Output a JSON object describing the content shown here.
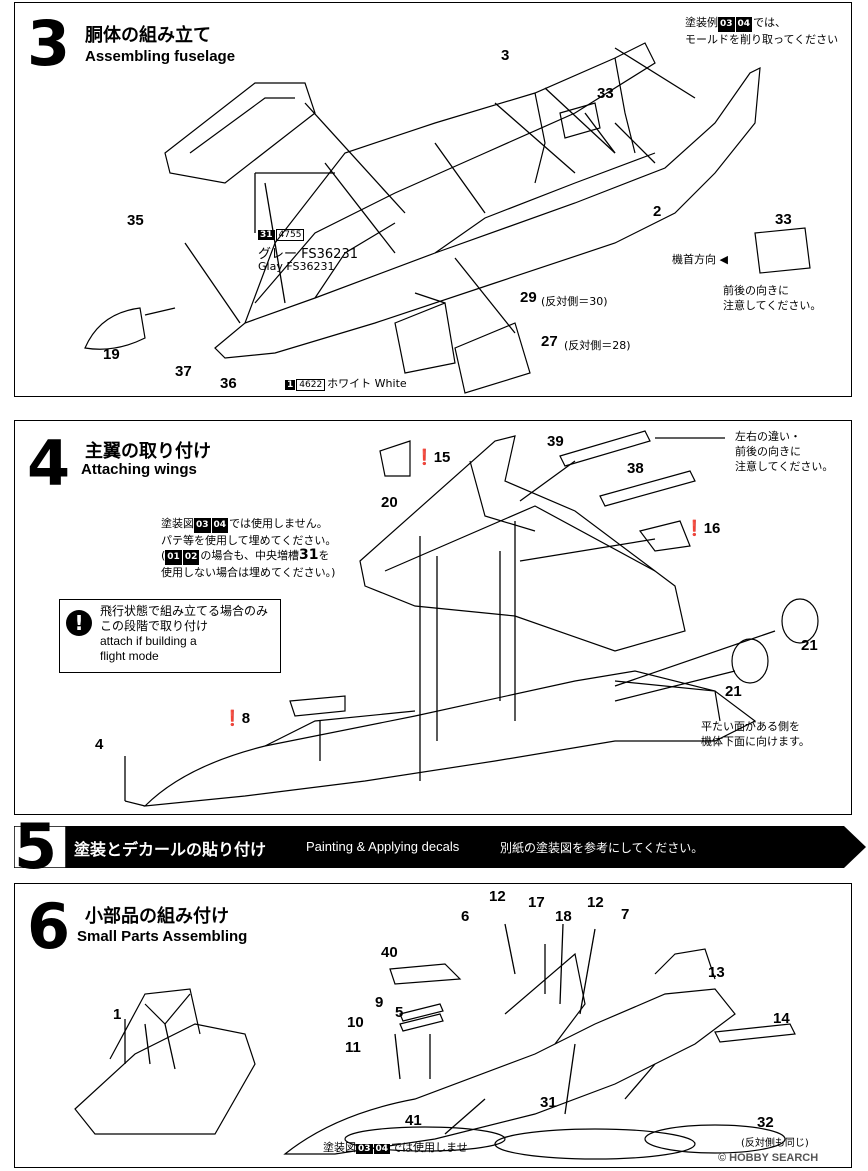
{
  "step3": {
    "number": "3",
    "title_jp": "胴体の組み立て",
    "title_en": "Assembling fuselage",
    "part_labels": {
      "p3": "3",
      "p33a": "33",
      "p2": "2",
      "p33b": "33",
      "p35": "35",
      "p19": "19",
      "p37": "37",
      "p36": "36",
      "p29": "29",
      "p27": "27"
    },
    "paint_note_a": "塗装例",
    "paint_note_b": "では、",
    "paint_note_c": "モールドを削り取ってください",
    "badge_03": "03",
    "badge_04": "04",
    "grey_code": "31",
    "grey_num": "4755",
    "grey_jp": "グレー FS36231",
    "grey_en": "Glay FS36231",
    "nose_dir": "機首方向 ◀",
    "orient_note_1": "前後の向きに",
    "orient_note_2": "注意してください。",
    "p29_note": "(反対側＝30)",
    "p27_note": "(反対側＝28)",
    "white_code": "1",
    "white_num": "4622",
    "white_label": "ホワイト White"
  },
  "step4": {
    "number": "4",
    "title_jp": "主翼の取り付け",
    "title_en": "Attaching wings",
    "part_labels": {
      "p15": "15",
      "p39": "39",
      "p38": "38",
      "p20": "20",
      "p16": "16",
      "p21a": "21",
      "p21b": "21",
      "p8": "8",
      "p4": "4"
    },
    "lr_note_1": "左右の違い・",
    "lr_note_2": "前後の向きに",
    "lr_note_3": "注意してください。",
    "putty_1a": "塗装図",
    "putty_1b": "では使用しません。",
    "putty_2": "パテ等を使用して埋めてください。",
    "putty_3a": "(",
    "putty_3b": "の場合も、中央増槽",
    "putty_3c": "31",
    "putty_3d": "を",
    "putty_4": "使用しない場合は埋めてください。)",
    "badge_01": "01",
    "badge_02": "02",
    "badge_03": "03",
    "badge_04": "04",
    "warn_jp_1": "飛行状態で組み立てる場合のみ",
    "warn_jp_2": "この段階で取り付け",
    "warn_en_1": "attach if building a",
    "warn_en_2": "flight mode",
    "flat_note_1": "平たい面がある側を",
    "flat_note_2": "機体下面に向けます。"
  },
  "step5": {
    "number": "5",
    "title_jp": "塗装とデカールの貼り付け",
    "title_en": "Painting & Applying decals",
    "note_jp": "別紙の塗装図を参考にしてください。"
  },
  "step6": {
    "number": "6",
    "title_jp": "小部品の組み付け",
    "title_en": "Small Parts Assembling",
    "part_labels": {
      "p12a": "12",
      "p6": "6",
      "p17": "17",
      "p18": "18",
      "p12b": "12",
      "p7": "7",
      "p40": "40",
      "p13": "13",
      "p1": "1",
      "p9": "9",
      "p10": "10",
      "p5": "5",
      "p11": "11",
      "p14": "14",
      "p41": "41",
      "p31": "31",
      "p32": "32"
    },
    "p32_note": "(反対側も同じ)",
    "bottom_note_a": "塗装図",
    "bottom_note_b": "では使用しませ",
    "badge_03": "03",
    "badge_04": "04"
  },
  "watermark": "© HOBBY SEARCH"
}
